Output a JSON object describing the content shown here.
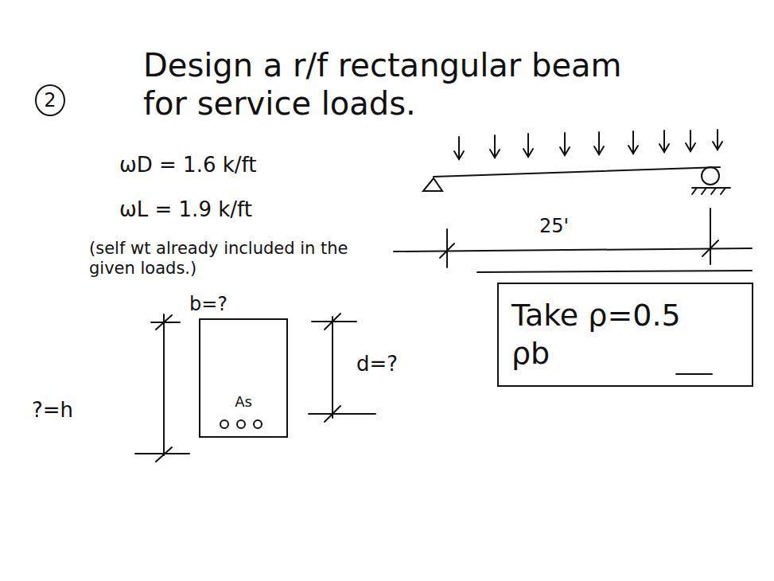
{
  "diagram": {
    "nodes": [
      {
        "text": [
          "2"
        ]
      },
      {
        "text": [
          "As"
        ]
      },
      {
        "text": [
          "Take ρ=0.5 ρb"
        ]
      }
    ],
    "labels": [
      "Design a r/f rectangular beam for service loads.",
      "ωD = 1.6 k/ft",
      "ωL = 1.9 k/ft",
      "(self wt already included in the given loads.)",
      "25'",
      "b=?",
      "?=h",
      "d=?"
    ]
  }
}
